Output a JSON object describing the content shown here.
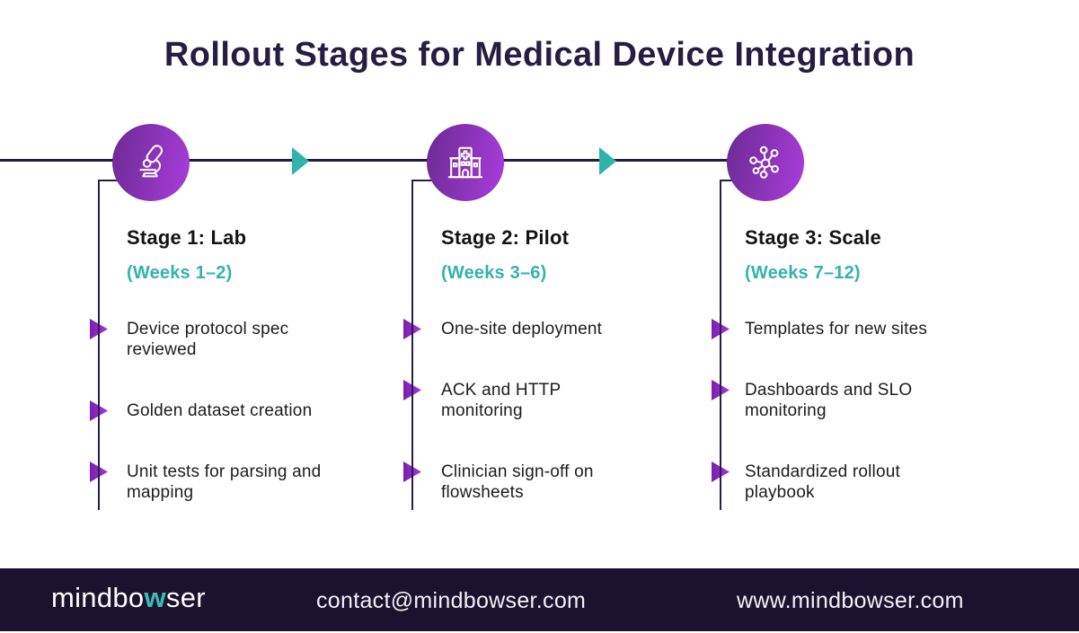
{
  "title": "Rollout Stages for Medical Device Integration",
  "colors": {
    "accent_teal": "#34b3ab",
    "accent_purple": "#8a2bc9",
    "circle_gradient_start": "#6b2a93",
    "circle_gradient_end": "#a93ddb",
    "dark_navy": "#261e42",
    "footer_background": "#1c122f"
  },
  "stages": [
    {
      "icon": "microscope-icon",
      "heading": "Stage 1: Lab",
      "weeks": "(Weeks 1–2)",
      "items": [
        "Device protocol spec\nreviewed",
        "Golden dataset creation",
        "Unit tests for parsing and\nmapping"
      ]
    },
    {
      "icon": "hospital-icon",
      "heading": "Stage 2: Pilot",
      "weeks": "(Weeks 3–6)",
      "items": [
        "One-site deployment",
        "ACK and HTTP\nmonitoring",
        "Clinician sign-off on\nflowsheets"
      ]
    },
    {
      "icon": "network-hub-icon",
      "heading": "Stage 3: Scale",
      "weeks": "(Weeks 7–12)",
      "items": [
        "Templates for new sites",
        "Dashboards and SLO\nmonitoring",
        "Standardized rollout\nplaybook"
      ]
    }
  ],
  "footer": {
    "logo_prefix": "mindbo",
    "logo_w": "w",
    "logo_suffix": "ser",
    "email": "contact@mindbowser.com",
    "website": "www.mindbowser.com"
  }
}
